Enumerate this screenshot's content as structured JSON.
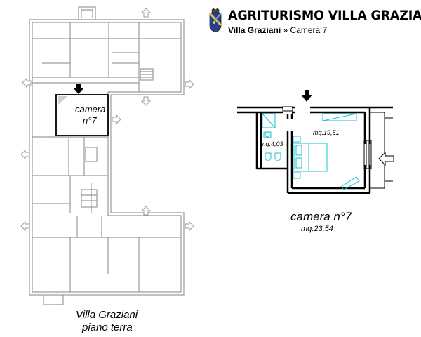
{
  "header": {
    "title": "AGRITURISMO VILLA GRAZIANI",
    "breadcrumb": {
      "home": "Villa Graziani",
      "separator": "»",
      "current": "Camera 7"
    }
  },
  "plan_overview": {
    "room_label_line1": "camera",
    "room_label_line2": "n°7",
    "caption_line1": "Villa Graziani",
    "caption_line2": "piano terra"
  },
  "room_detail": {
    "main_area": "mq.19,51",
    "bath_area": "mq.4,03",
    "caption_title": "camera n°7",
    "caption_area": "mq.23,54"
  },
  "colors": {
    "wall": "#9a9a9a",
    "highlight": "#000000",
    "furniture": "#19c2d4",
    "crest_blue": "#2c3f8f",
    "crest_yellow": "#d8c248"
  }
}
